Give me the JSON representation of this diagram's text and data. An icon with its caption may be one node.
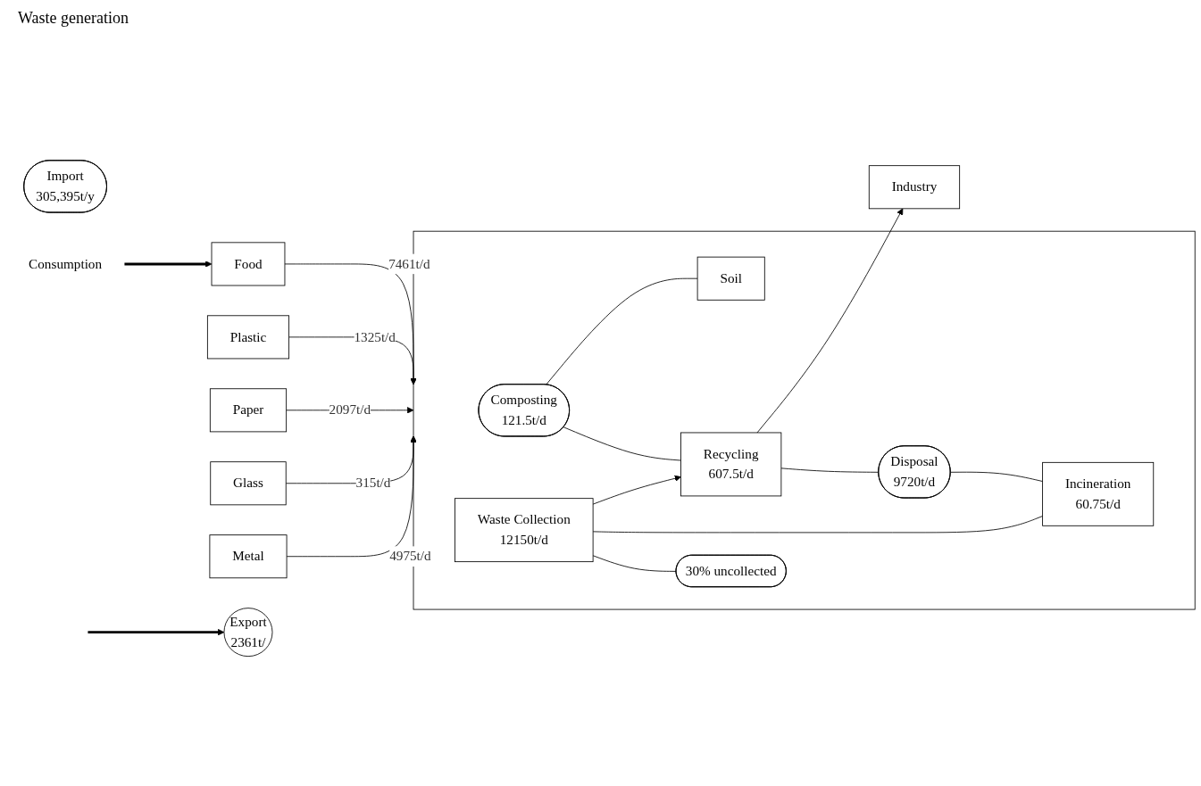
{
  "diagram": {
    "nodes": [
      {
        "text": [
          "Import",
          "305,395t/y"
        ]
      },
      {
        "text": [
          "Consumption"
        ]
      },
      {
        "text": [
          "Food"
        ]
      },
      {
        "text": [
          "Plastic"
        ]
      },
      {
        "text": [
          "Paper"
        ]
      },
      {
        "text": [
          "Glass"
        ]
      },
      {
        "text": [
          "Metal"
        ]
      },
      {
        "text": [],
        "shape": "box"
      },
      {
        "text": [
          "Composting",
          "121.5t/d"
        ],
        "in": 7
      },
      {
        "text": [
          "Soil"
        ],
        "in": 7
      },
      {
        "text": [
          "Export",
          "2361t/"
        ]
      },
      {
        "text": [
          "Waste Collection",
          "12150t/d"
        ],
        "in": 7
      },
      {
        "text": [
          "Recycling",
          "607.5t/d"
        ],
        "in": 7
      },
      {
        "text": [
          "Industry"
        ]
      },
      {
        "text": [
          "Disposal",
          "9720t/d"
        ],
        "in": 7
      },
      {
        "text": [
          "Incineration",
          "60.75t/d"
        ],
        "in": 7
      },
      {
        "text": [
          "30% uncollected"
        ],
        "in": 7
      }
    ],
    "edges": [
      {
        "from": 1,
        "to": 2,
        "arrow": "to",
        "style": "thick"
      },
      {
        "from": 2,
        "to": 7,
        "label": "7461t/d",
        "arrow": "to"
      },
      {
        "from": 3,
        "to": 7,
        "label": "1325t/d",
        "arrow": "to"
      },
      {
        "from": 4,
        "to": 7,
        "label": "2097t/d",
        "arrow": "to"
      },
      {
        "from": 5,
        "to": 7,
        "label": "315t/d",
        "arrow": "to"
      },
      {
        "from": 6,
        "to": 7,
        "label": "4975t/d",
        "arrow": "to"
      },
      {
        "from": 8,
        "to": 9,
        "arrow": "none"
      },
      {
        "from": 8,
        "to": 12,
        "arrow": "none"
      },
      {
        "from": null,
        "to": 10,
        "arrow": "to",
        "style": "thick"
      },
      {
        "from": 11,
        "to": 12,
        "arrow": "to"
      },
      {
        "from": 12,
        "to": 13,
        "arrow": "to"
      },
      {
        "from": 12,
        "to": 14,
        "arrow": "none"
      },
      {
        "from": 14,
        "to": 15,
        "arrow": "none"
      },
      {
        "from": 11,
        "to": 15,
        "arrow": "none"
      },
      {
        "from": 11,
        "to": 16,
        "arrow": "none"
      }
    ],
    "labels": [
      "Waste generation"
    ]
  }
}
